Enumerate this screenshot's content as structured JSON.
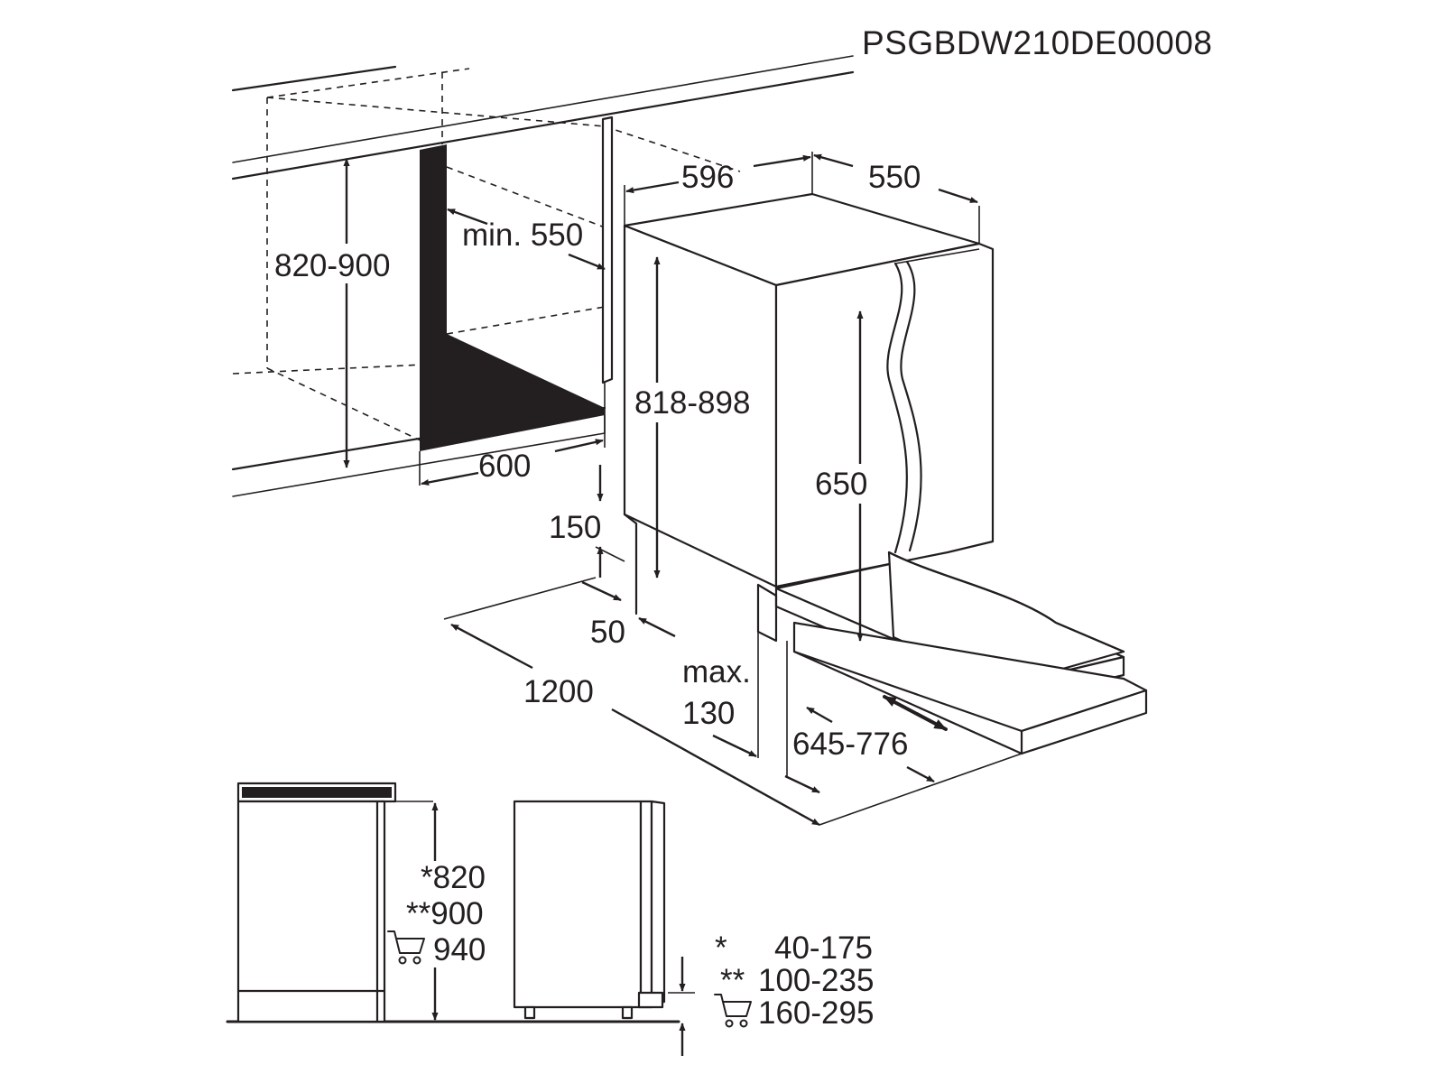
{
  "model_code": "PSGBDW210DE00008",
  "dimensions": {
    "depth_top": "596",
    "width_top": "550",
    "niche_height": "820-900",
    "niche_depth_min": "min. 550",
    "niche_width": "600",
    "appliance_height": "818-898",
    "door_height": "650",
    "toe_kick": "150",
    "toe_kick_depth": "50",
    "hose_length": "1200",
    "max_label_line1": "max.",
    "max_label_line2": "130",
    "door_panel_range": "645-776"
  },
  "side_views": {
    "height_line1": "*820",
    "height_line2": "**900",
    "height_line3": "940",
    "foot_line1_mark": "*",
    "foot_line1_value": "40-175",
    "foot_line2_mark": "**",
    "foot_line2_value": "100-235",
    "foot_line3_value": "160-295"
  },
  "icons": [
    "cart-icon",
    "cart-icon"
  ],
  "colors": {
    "ink": "#231f20",
    "background": "#ffffff"
  }
}
